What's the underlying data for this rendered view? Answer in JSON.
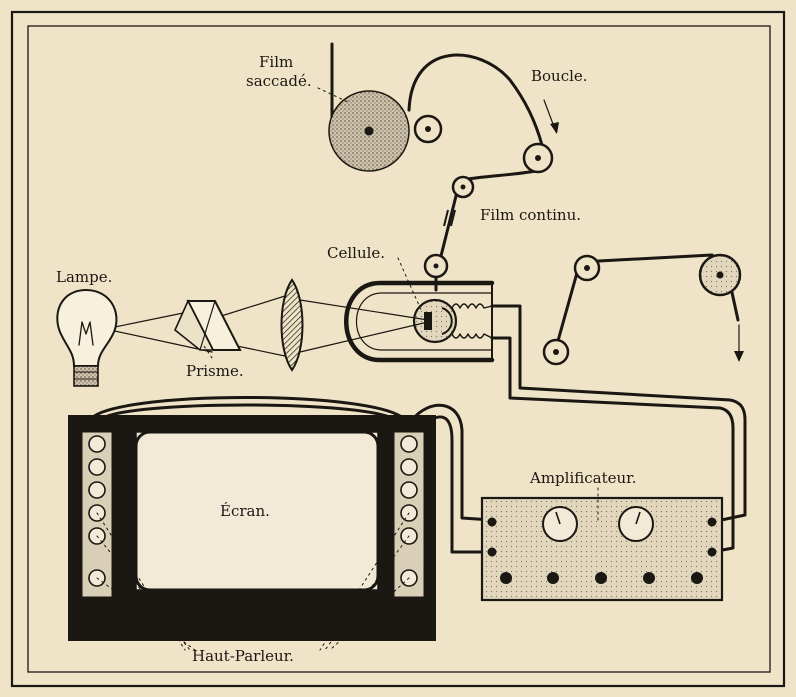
{
  "labels": {
    "film_saccade_1": "Film",
    "film_saccade_2": "saccadé.",
    "boucle": "Boucle.",
    "film_continu": "Film continu.",
    "cellule": "Cellule.",
    "lampe": "Lampe.",
    "prisme": "Prisme.",
    "amplificateur": "Amplificateur.",
    "ecran": "Écran.",
    "haut_parleur": "Haut-Parleur."
  },
  "colors": {
    "paper": "#efe4c8",
    "ink": "#1b1712",
    "stipple": "#9c9384",
    "screen_face": "#f2ead6"
  }
}
